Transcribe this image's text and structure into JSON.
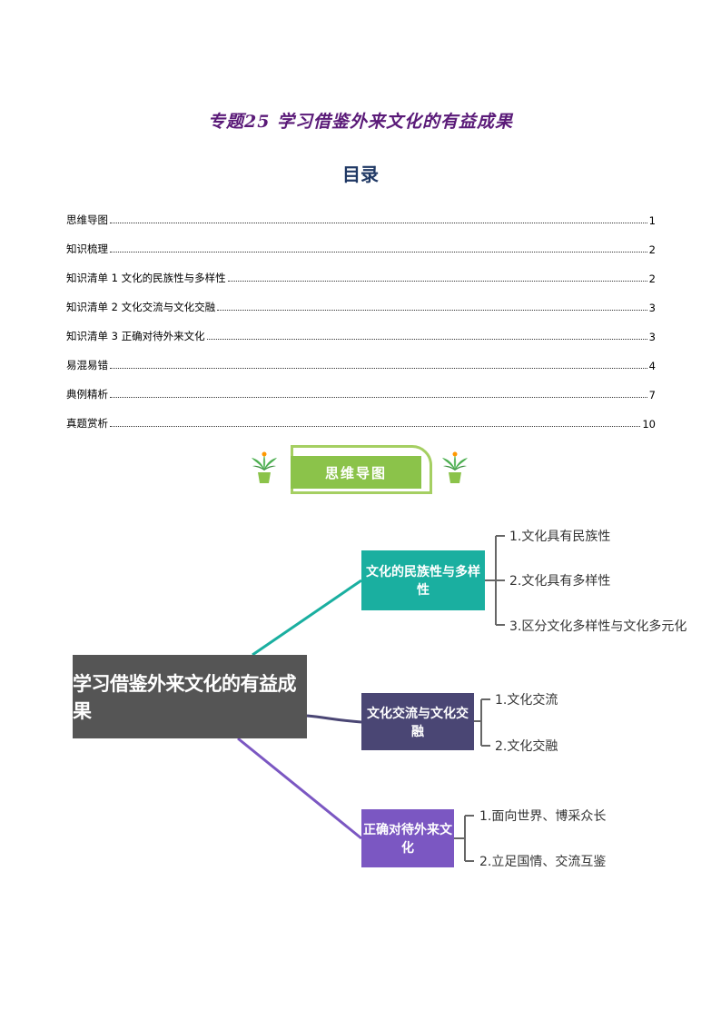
{
  "doc_title": "专题25 学习借鉴外来文化的有益成果",
  "toc": {
    "heading": "目录",
    "entries": [
      {
        "label": "思维导图",
        "page": "1"
      },
      {
        "label": "知识梳理",
        "page": "2"
      },
      {
        "label": "知识清单 1 文化的民族性与多样性",
        "page": "2"
      },
      {
        "label": "知识清单 2 文化交流与文化交融",
        "page": "3"
      },
      {
        "label": "知识清单 3 正确对待外来文化",
        "page": "3"
      },
      {
        "label": "易混易错",
        "page": "4"
      },
      {
        "label": "典例精析",
        "page": "7"
      },
      {
        "label": "真题赏析",
        "page": "10"
      }
    ]
  },
  "banner": {
    "label": "思维导图",
    "colors": {
      "tab": "#8bc34a",
      "dot1": "#ff8a80",
      "dot2": "#80cbc4",
      "dot3": "#ffcc80"
    }
  },
  "mindmap": {
    "root": "学习借鉴外来文化的有益成果",
    "branches": [
      {
        "label": "文化的民族性与多样性",
        "color": "#1aafa0",
        "leaves": [
          "1.文化具有民族性",
          "2.文化具有多样性",
          "3.区分文化多样性与文化多元化"
        ]
      },
      {
        "label": "文化交流与文化交融",
        "color": "#4a4674",
        "leaves": [
          "1.文化交流",
          "2.文化交融"
        ]
      },
      {
        "label": "正确对待外来文化",
        "color": "#7b57c2",
        "leaves": [
          "1.面向世界、博采众长",
          "2.立足国情、交流互鉴"
        ]
      }
    ]
  }
}
